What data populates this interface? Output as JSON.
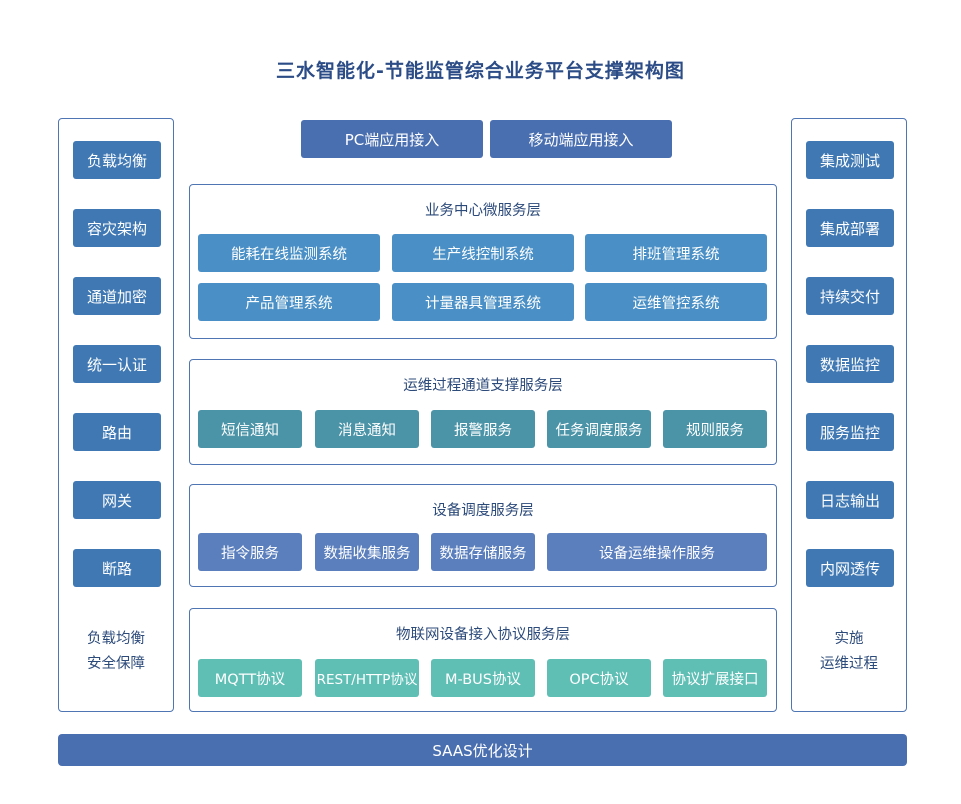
{
  "title": "三水智能化-节能监管综合业务平台支撑架构图",
  "left_panel": {
    "items": [
      "负载均衡",
      "容灾架构",
      "通道加密",
      "统一认证",
      "路由",
      "网关",
      "断路"
    ],
    "note": [
      "负载均衡",
      "安全保障"
    ]
  },
  "right_panel": {
    "items": [
      "集成测试",
      "集成部署",
      "持续交付",
      "数据监控",
      "服务监控",
      "日志输出",
      "内网透传"
    ],
    "note": [
      "实施",
      "运维过程"
    ]
  },
  "top_access": [
    "PC端应用接入",
    "移动端应用接入"
  ],
  "layers": [
    {
      "title": "业务中心微服务层",
      "rows": [
        [
          "能耗在线监测系统",
          "生产线控制系统",
          "排班管理系统"
        ],
        [
          "产品管理系统",
          "计量器具管理系统",
          "运维管控系统"
        ]
      ]
    },
    {
      "title": "运维过程通道支撑服务层",
      "rows": [
        [
          "短信通知",
          "消息通知",
          "报警服务",
          "任务调度服务",
          "规则服务"
        ]
      ]
    },
    {
      "title": "设备调度服务层",
      "rows": [
        [
          "指令服务",
          "数据收集服务",
          "数据存储服务",
          "设备运维操作服务"
        ]
      ]
    },
    {
      "title": "物联网设备接入协议服务层",
      "rows": [
        [
          "MQTT协议",
          "REST/HTTP协议",
          "M-BUS协议",
          "OPC协议",
          "协议扩展接口"
        ]
      ]
    }
  ],
  "bottom_bar": "SAAS优化设计",
  "colors": {
    "border": "#4f76b3",
    "side_button": "#3f78b3",
    "access_button": "#4a6fb0",
    "business_cell": "#4a90c6",
    "ops_cell": "#4b94a8",
    "device_cell": "#5b7fbd",
    "iot_cell": "#5fbfb5"
  }
}
